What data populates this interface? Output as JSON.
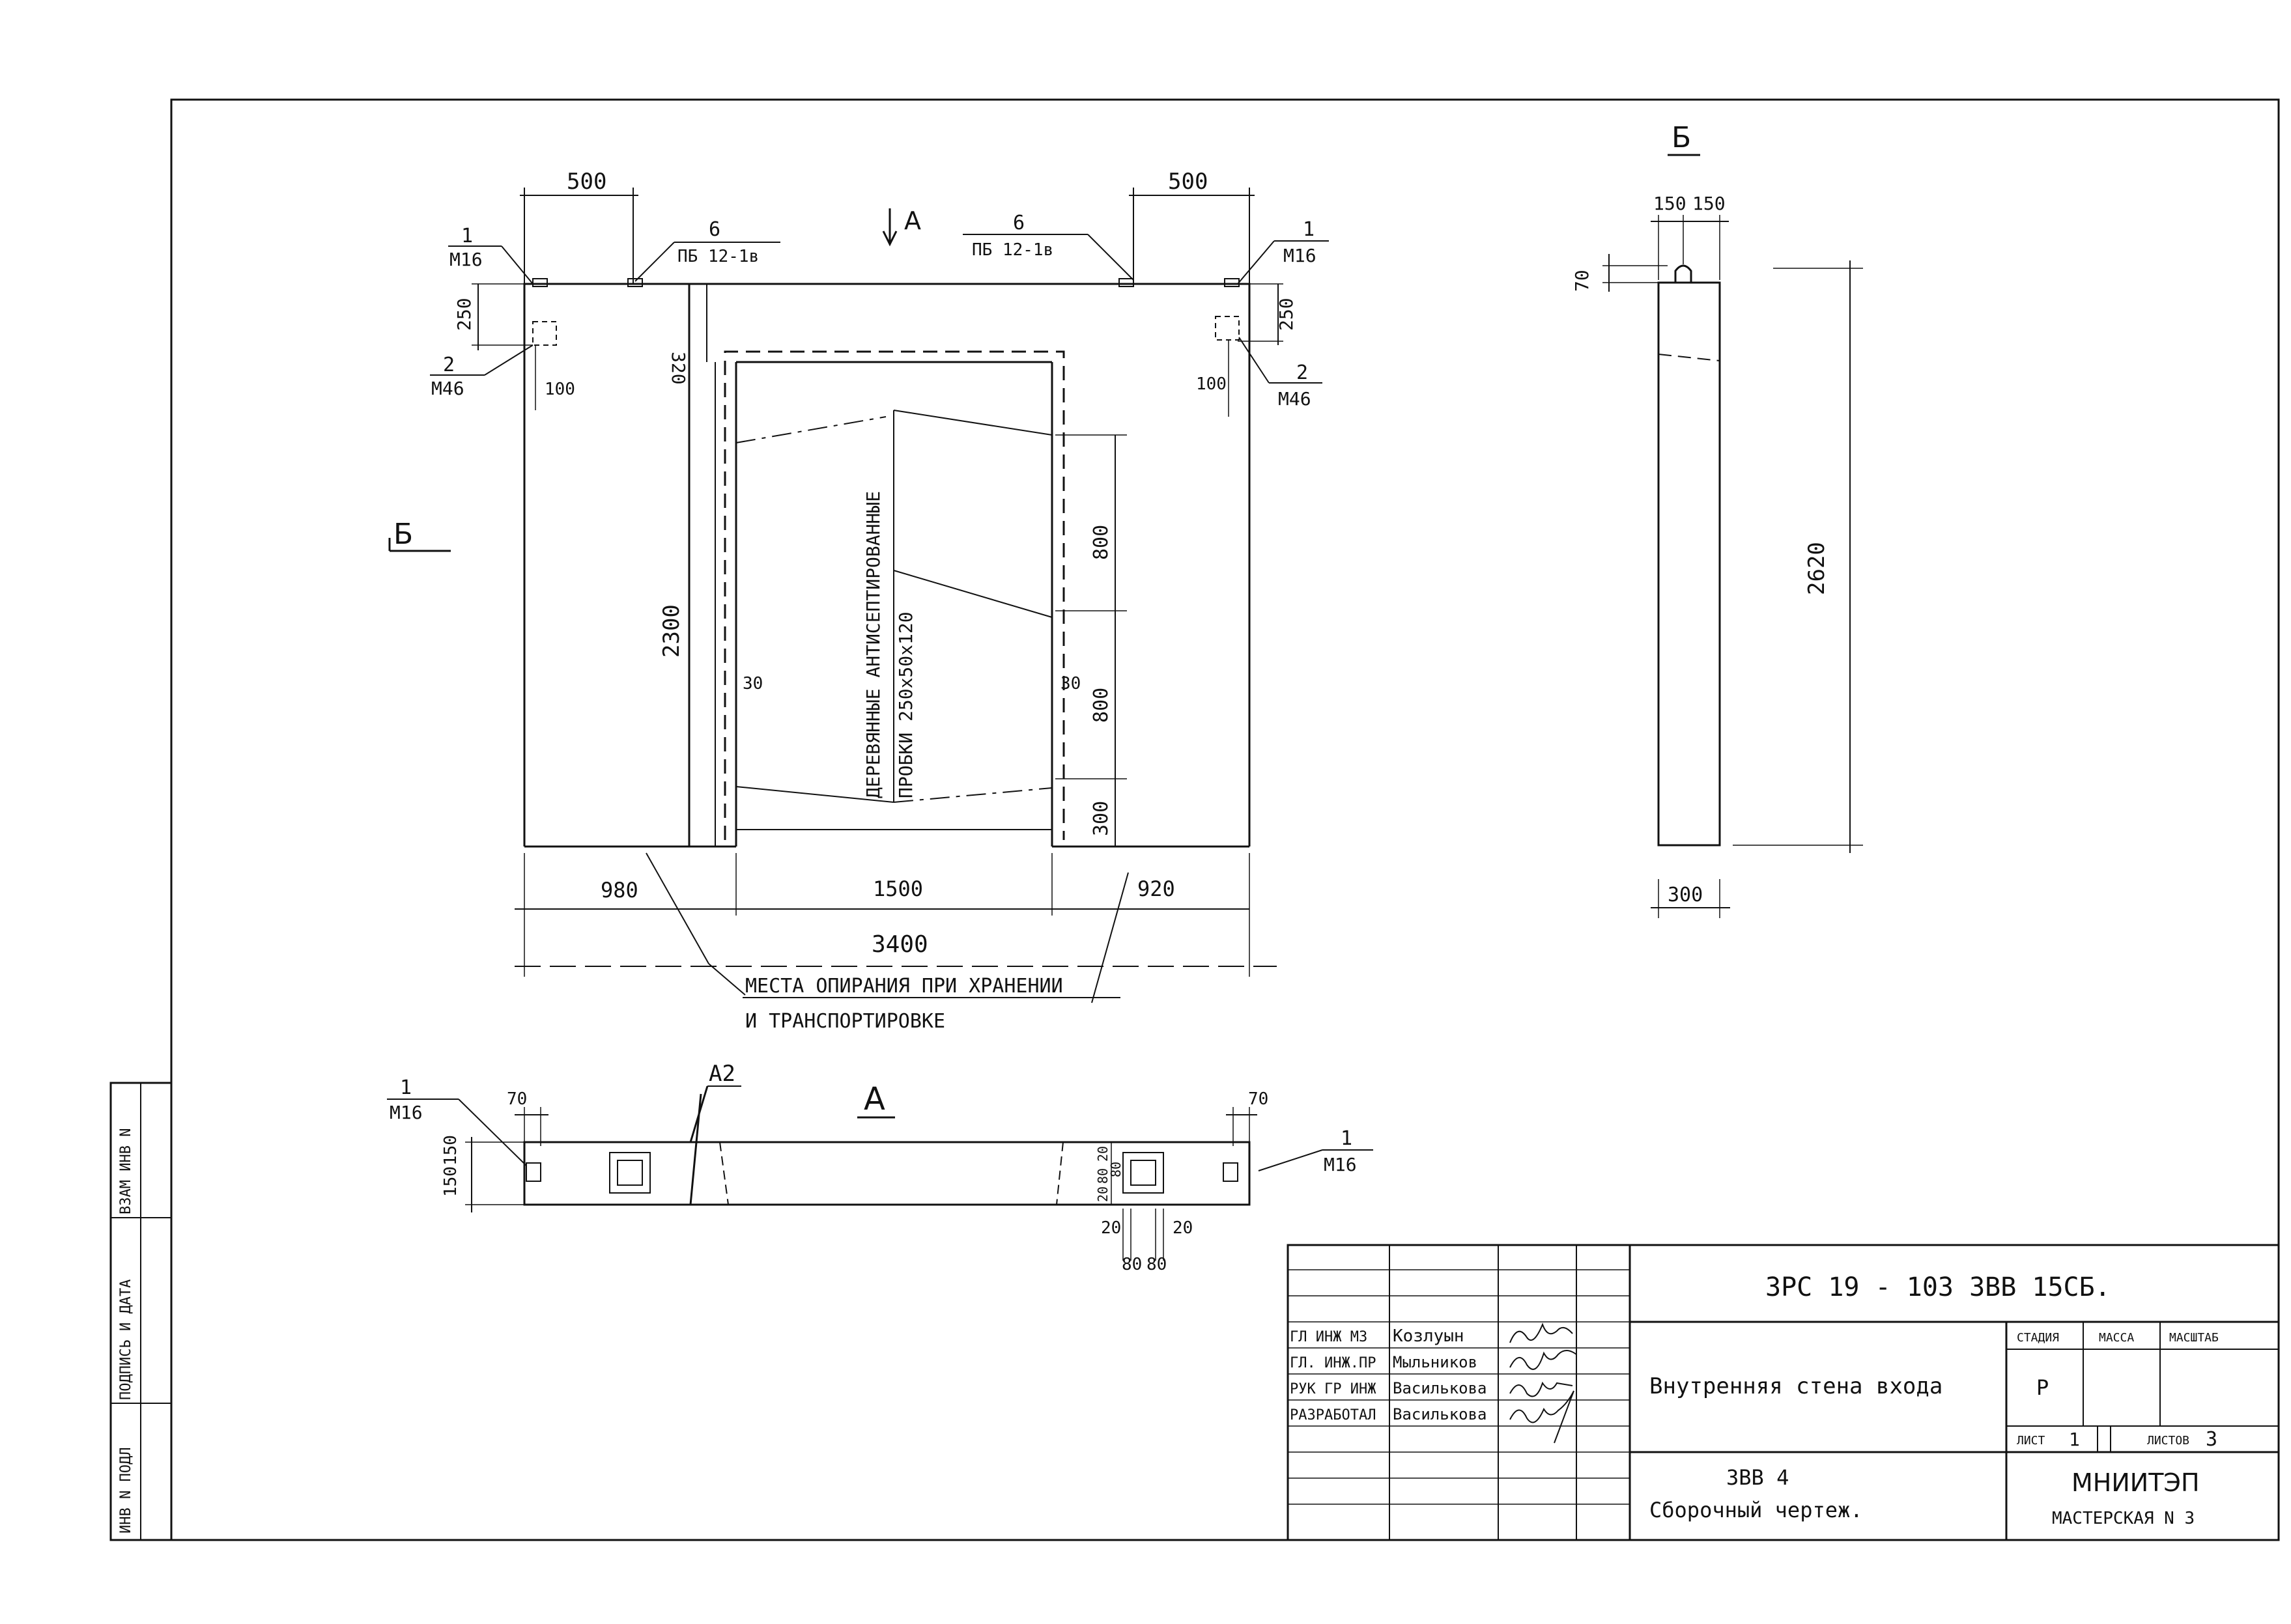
{
  "front_view": {
    "top_dims": {
      "left": "500",
      "right": "500"
    },
    "view_arrow_label": "А",
    "side_section_marker": "Б",
    "callouts": {
      "item1_left": {
        "num": "1",
        "grade": "М16"
      },
      "item1_right": {
        "num": "1",
        "grade": "М16"
      },
      "item6_left": {
        "num": "6",
        "grade": "ПБ 12-1в"
      },
      "item6_right": {
        "num": "6",
        "grade": "ПБ 12-1в"
      },
      "item2_left": {
        "num": "2",
        "grade": "М46"
      },
      "item2_right": {
        "num": "2",
        "grade": "М46"
      }
    },
    "dims": {
      "d250_left": "250",
      "d250_right": "250",
      "d100_left": "100",
      "d100_right": "100",
      "d320": "320",
      "d2300": "2300",
      "d800_upper": "800",
      "d800_lower": "800",
      "d300": "300",
      "d30_left": "30",
      "d30_right": "30",
      "d980": "980",
      "d1500": "1500",
      "d920": "920",
      "d3400": "3400"
    },
    "opening_note": {
      "line1": "ДЕРЕВЯННЫЕ    АНТИСЕПТИРОВАННЫЕ",
      "line2": "ПРОБКИ   250х50х120"
    },
    "support_note": {
      "line1": "МЕСТА ОПИРАНИЯ ПРИ ХРАНЕНИИ",
      "line2": "И ТРАНСПОРТИРОВКЕ"
    }
  },
  "section_b": {
    "title": "Б",
    "dims": {
      "d150a": "150",
      "d150b": "150",
      "d70": "70",
      "d2620": "2620",
      "d300": "300"
    }
  },
  "plan_a": {
    "title": "А",
    "weld_label": "А2",
    "callout_left": {
      "num": "1",
      "grade": "М16"
    },
    "callout_right": {
      "num": "1",
      "grade": "М16"
    },
    "dims": {
      "d70_left": "70",
      "d70_right": "70",
      "d150_a": "150",
      "d150_b": "150",
      "d20_a": "20",
      "d80_a": "80",
      "d20_b": "20",
      "d80_b": "80",
      "d20_bot_l": "20",
      "d20_bot_r": "20",
      "d80_bot_l": "80",
      "d80_bot_r": "80"
    }
  },
  "left_strip": {
    "box1": "ВЗАМ ИНВ N",
    "box2": "ПОДПИСЬ И ДАТА",
    "box3": "ИНВ N ПОДЛ"
  },
  "title_block": {
    "code": "3РС 19 - 103 ЗВВ 15СБ.",
    "staff": [
      {
        "role": "ГЛ ИНЖ МЗ",
        "name": "Козлуын"
      },
      {
        "role": "ГЛ. ИНЖ.ПР",
        "name": "Мыльников"
      },
      {
        "role": "РУК ГР ИНЖ",
        "name": "Васильковa"
      },
      {
        "role": "РАЗРАБОТАЛ",
        "name": "Васильковa"
      }
    ],
    "title": "Внутренняя стена входа",
    "stage_header": "СТАДИЯ",
    "mass_header": "МАССА",
    "scale_header": "МАСШТАБ",
    "stage_value": "Р",
    "sheet_label": "ЛИСТ",
    "sheet_value": "1",
    "sheets_label": "ЛИСТОВ",
    "sheets_value": "3",
    "drawing_code": "ЗВВ 4",
    "drawing_type": "Сборочный  чертеж.",
    "org_name": "МНИИТЭП",
    "org_dept": "МАСТЕРСКАЯ N 3"
  }
}
